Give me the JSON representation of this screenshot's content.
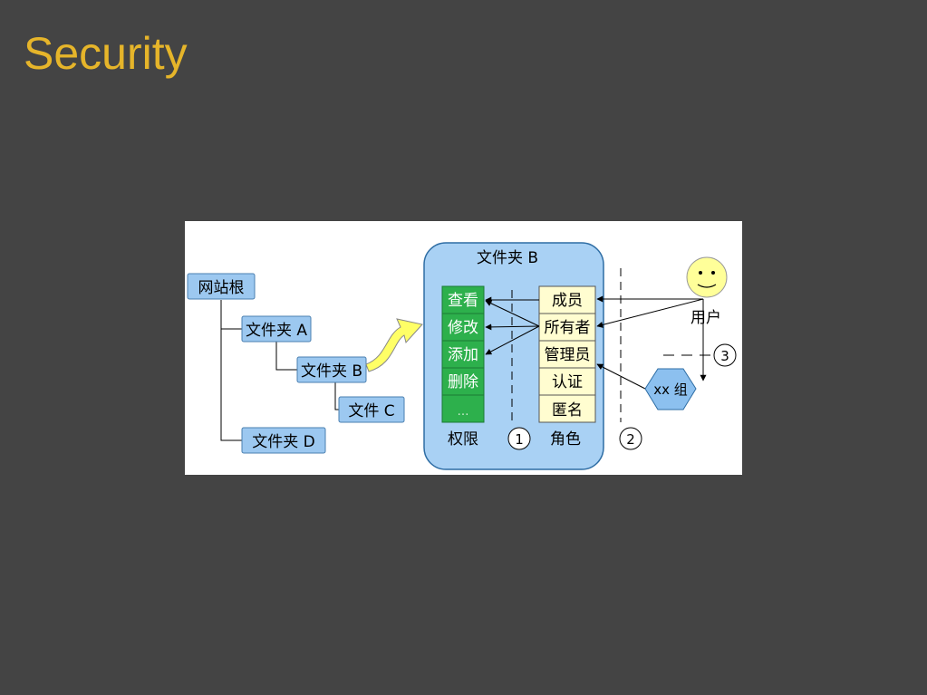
{
  "slide": {
    "title": "Security"
  },
  "tree": {
    "root": "网站根",
    "folder_a": "文件夹 A",
    "folder_b": "文件夹 B",
    "file_c": "文件 C",
    "folder_d": "文件夹 D"
  },
  "panel": {
    "title": "文件夹 B",
    "permissions_label": "权限",
    "roles_label": "角色",
    "permissions": [
      "查看",
      "修改",
      "添加",
      "删除",
      "…"
    ],
    "roles": [
      "成员",
      "所有者",
      "管理员",
      "认证",
      "匿名"
    ]
  },
  "actors": {
    "user_label": "用户",
    "group_label": "xx 组"
  },
  "markers": [
    "1",
    "2",
    "3"
  ],
  "colors": {
    "title": "#E6B52A",
    "tree_box": "#9CC8F0",
    "panel_bg": "#A9D1F4",
    "permission_green": "#2DB04C",
    "role_yellow": "#FFFDD0",
    "face_yellow": "#FFFF99"
  }
}
